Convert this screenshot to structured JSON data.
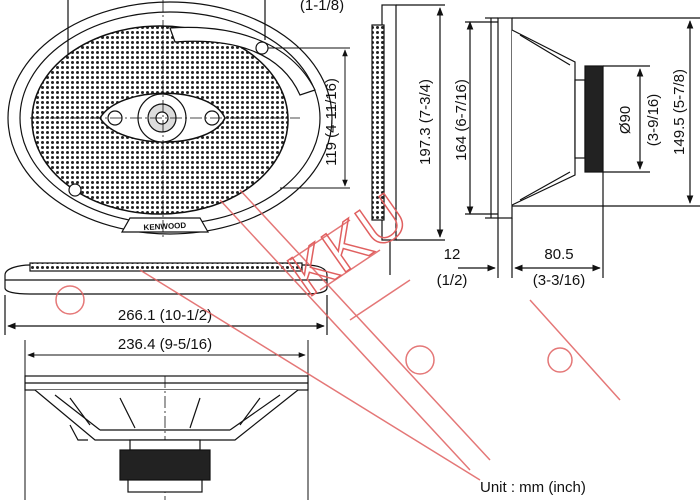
{
  "brand": "KENWOOD",
  "watermark": "KKU",
  "unit_label": "Unit : mm (inch)",
  "dimensions": {
    "top_partial": "(1-1/8)",
    "height_119": "119 (4-11/16)",
    "height_197": "197.3 (7-3/4)",
    "height_164": "164 (6-7/16)",
    "dia_90_mm": "Ø90",
    "dia_90_in": "(3-9/16)",
    "height_149": "149.5 (5-7/8)",
    "thick_12_mm": "12",
    "thick_12_in": "(1/2)",
    "depth_80_mm": "80.5",
    "depth_80_in": "(3-3/16)",
    "width_266": "266.1 (10-1/2)",
    "width_236": "236.4 (9-5/16)"
  },
  "colors": {
    "line": "#111111",
    "watermark": "#e06060",
    "grille": "#222222"
  }
}
